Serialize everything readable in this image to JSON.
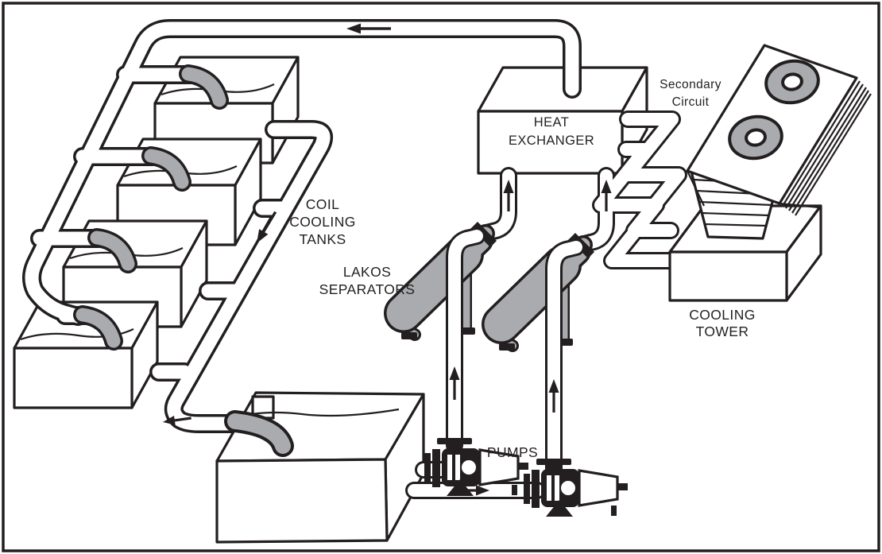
{
  "diagram": {
    "type": "process-flow-diagram",
    "subject": "industrial cooling water filtration loop",
    "colors": {
      "line": "#231f20",
      "fill_gray": "#a9abae",
      "background": "#ffffff"
    },
    "labels": {
      "coil_tanks_1": "COIL",
      "coil_tanks_2": "COOLING",
      "coil_tanks_3": "TANKS",
      "heat_exchanger_1": "HEAT",
      "heat_exchanger_2": "EXCHANGER",
      "secondary_circuit_1": "Secondary",
      "secondary_circuit_2": "Circuit",
      "lakos_separators_1": "LAKOS",
      "lakos_separators_2": "SEPARATORS",
      "cooling_tower_1": "COOLING",
      "cooling_tower_2": "TOWER",
      "pumps": "PUMPS"
    },
    "components": [
      {
        "name": "coil-cooling-tanks",
        "count": 4,
        "label": "COIL COOLING TANKS"
      },
      {
        "name": "reservoir-tank",
        "count": 1,
        "label": ""
      },
      {
        "name": "pumps",
        "count": 2,
        "label": "PUMPS"
      },
      {
        "name": "lakos-separators",
        "count": 2,
        "label": "LAKOS SEPARATORS"
      },
      {
        "name": "heat-exchanger",
        "count": 1,
        "label": "HEAT EXCHANGER"
      },
      {
        "name": "secondary-circuit",
        "count": 1,
        "label": "Secondary Circuit"
      },
      {
        "name": "cooling-tower",
        "count": 1,
        "label": "COOLING TOWER"
      }
    ],
    "flow_arrows": [
      {
        "location": "top-return-pipe",
        "direction": "left"
      },
      {
        "location": "tank-drain-diagonal-pipe",
        "direction": "down-left"
      },
      {
        "location": "reservoir-inlet-elbow",
        "direction": "left"
      },
      {
        "location": "pump-suction-pipe",
        "direction": "right"
      },
      {
        "location": "pump-1-riser",
        "direction": "up"
      },
      {
        "location": "pump-2-riser",
        "direction": "up"
      },
      {
        "location": "separator-1-riser-to-heat-exchanger",
        "direction": "up"
      },
      {
        "location": "separator-2-riser-to-heat-exchanger",
        "direction": "up"
      }
    ]
  }
}
